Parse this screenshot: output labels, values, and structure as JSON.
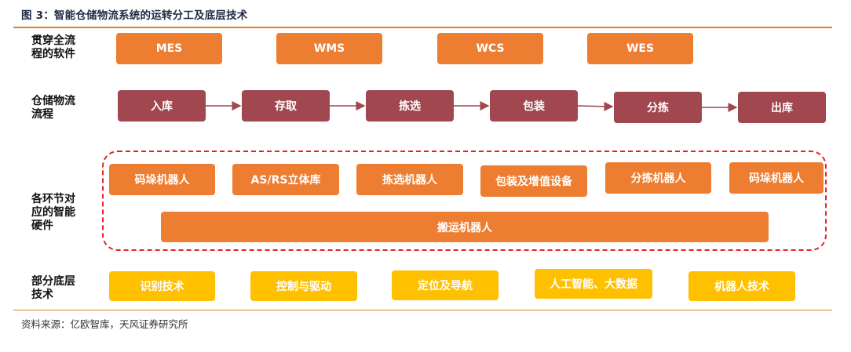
{
  "title": "图 3：智能仓储物流系统的运转分工及底层技术",
  "rows": {
    "software": {
      "label_line1": "贯穿全流",
      "label_line2": "程的软件",
      "items": [
        "MES",
        "WMS",
        "WCS",
        "WES"
      ]
    },
    "flow": {
      "label_line1": "仓储物流",
      "label_line2": "流程",
      "items": [
        "入库",
        "存取",
        "拣选",
        "包装",
        "分拣",
        "出库"
      ]
    },
    "hardware": {
      "label_line1": "各环节对",
      "label_line2": "应的智能",
      "label_line3": "硬件",
      "items": [
        "码垛机器人",
        "AS/RS立体库",
        "拣选机器人",
        "包装及增值设备",
        "分拣机器人",
        "码垛机器人"
      ],
      "wide_item": "搬运机器人"
    },
    "base": {
      "label_line1": "部分底层",
      "label_line2": "技术",
      "items": [
        "识别技术",
        "控制与驱动",
        "定位及导航",
        "人工智能、大数据",
        "机器人技术"
      ]
    }
  },
  "source": "资料来源：亿欧智库，天风证券研究所",
  "colors": {
    "orange": "#ed7d31",
    "maroon": "#a0474f",
    "yellow": "#ffc000",
    "dashed_border": "#e8202a",
    "rule": "#e2861a"
  }
}
